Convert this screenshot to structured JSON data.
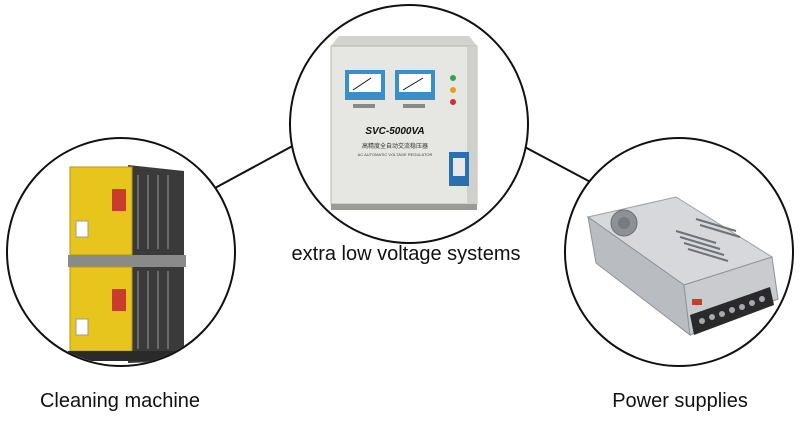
{
  "nodes": {
    "center": {
      "label": "extra low voltage systems",
      "device_text": "SVC-5000VA",
      "device_subtext": "高精度全自动交流稳压器",
      "device_subtext2": "AC AUTOMATIC VOLTAGE REGULATOR"
    },
    "left": {
      "label": "Cleaning machine"
    },
    "right": {
      "label": "Power supplies"
    }
  },
  "colors": {
    "line": "#111111",
    "regulator_body": "#e6e6e2",
    "meter_panel": "#3b8fc9",
    "cleaner_yellow": "#e8c51d",
    "cleaner_dark": "#3a3a3a",
    "psu_silver": "#c9cbce"
  }
}
